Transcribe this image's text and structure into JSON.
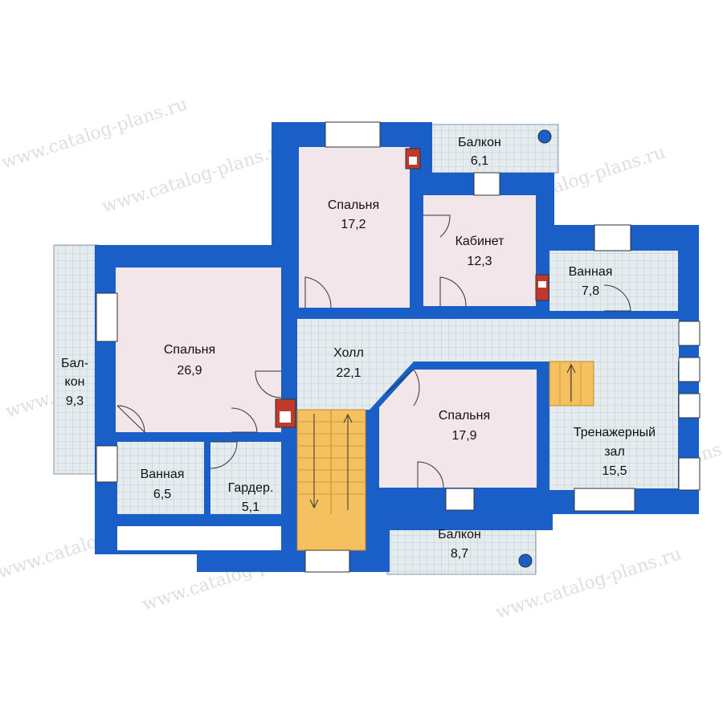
{
  "watermark": "www.catalog-plans.ru",
  "colors": {
    "wall": "#1a5fc8",
    "bedroom": "#f3e6ea",
    "tile": "#e6eef2",
    "stairs": "#f5c060",
    "background": "#ffffff"
  },
  "rooms": {
    "bedroom_top": {
      "name": "Спальня",
      "area": "17,2"
    },
    "balcony_top": {
      "name": "Балкон",
      "area": "6,1"
    },
    "study": {
      "name": "Кабинет",
      "area": "12,3"
    },
    "bath_right": {
      "name": "Ванная",
      "area": "7,8"
    },
    "bedroom_left": {
      "name": "Спальня",
      "area": "26,9"
    },
    "balcony_left": {
      "name1": "Бал-",
      "name2": "кон",
      "area": "9,3"
    },
    "hall": {
      "name": "Холл",
      "area": "22,1"
    },
    "bedroom_mid": {
      "name": "Спальня",
      "area": "17,9"
    },
    "gym": {
      "name1": "Тренажерный",
      "name2": "зал",
      "area": "15,5"
    },
    "bath_left": {
      "name": "Ванная",
      "area": "6,5"
    },
    "wardrobe": {
      "name": "Гардер.",
      "area": "5,1"
    },
    "balcony_bottom": {
      "name": "Балкон",
      "area": "8,7"
    }
  }
}
